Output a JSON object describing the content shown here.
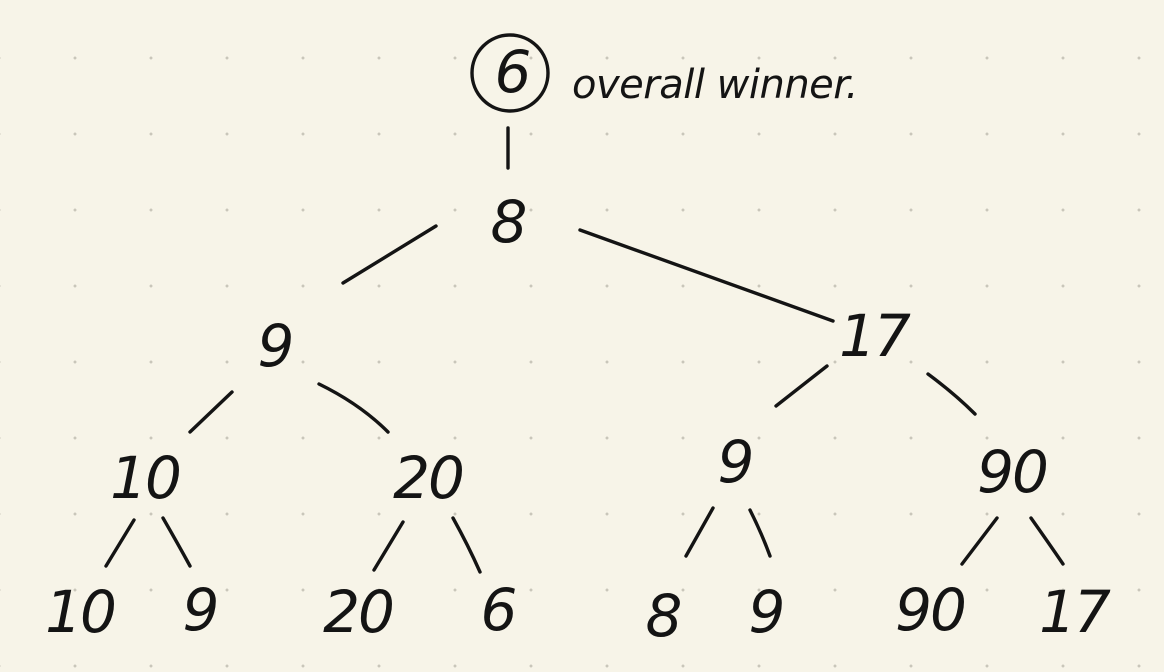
{
  "tree": {
    "winner": {
      "value": "6",
      "note": "overall winner."
    },
    "root": "8",
    "level1": {
      "left": "9",
      "right": "17"
    },
    "level2": [
      "10",
      "20",
      "9",
      "90"
    ],
    "leaves": [
      "10",
      "9",
      "20",
      "6",
      "8",
      "9",
      "90",
      "17"
    ]
  },
  "colors": {
    "paper": "#f7f4e8",
    "ink": "#141414",
    "dots": "#c9c6ba"
  }
}
